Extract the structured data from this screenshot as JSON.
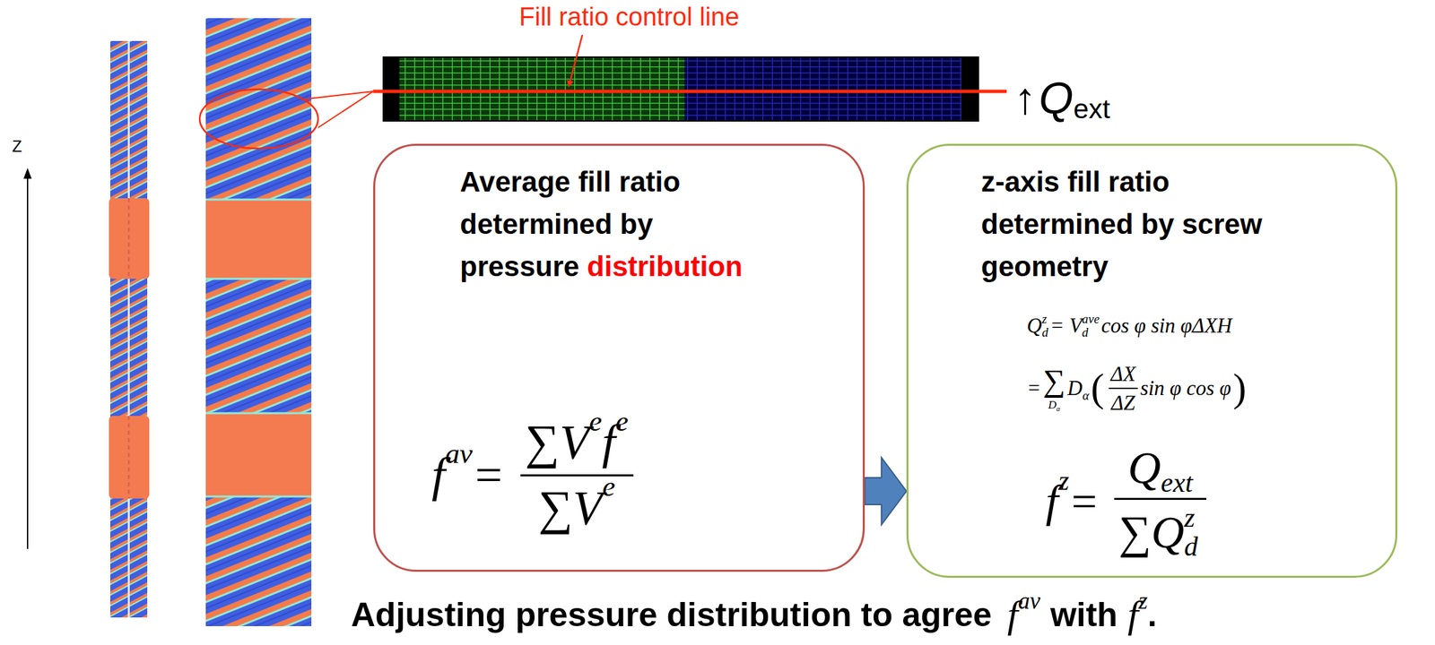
{
  "diagram": {
    "nodes": [
      {
        "text": [
          "Average fill ratio determined by",
          "pressure",
          "distribution",
          "f",
          "av",
          "=",
          "∑V",
          "e",
          "f",
          "e",
          "∑V",
          "e"
        ]
      },
      {
        "text": [
          "z-axis fill ratio determined by screw geometry",
          "Q",
          "z",
          "d",
          "= V",
          "ave",
          "d",
          "cos φ sin φΔXH",
          "=",
          "∑",
          "D",
          "α",
          "D",
          "α",
          "(",
          "ΔX",
          "ΔZ",
          "sin φ cos φ",
          ")",
          "f",
          "z",
          "=",
          "Q",
          "ext",
          "∑Q",
          "z",
          "d"
        ]
      }
    ],
    "edges": [
      {
        "from": 0,
        "to": 1,
        "arrow": "to"
      }
    ],
    "labels": [
      "Fill ratio control line",
      "↑",
      "Q",
      "ext",
      "Z",
      "Adjusting pressure distribution to agree",
      "f",
      "av",
      "with",
      "f",
      "z",
      "."
    ]
  }
}
